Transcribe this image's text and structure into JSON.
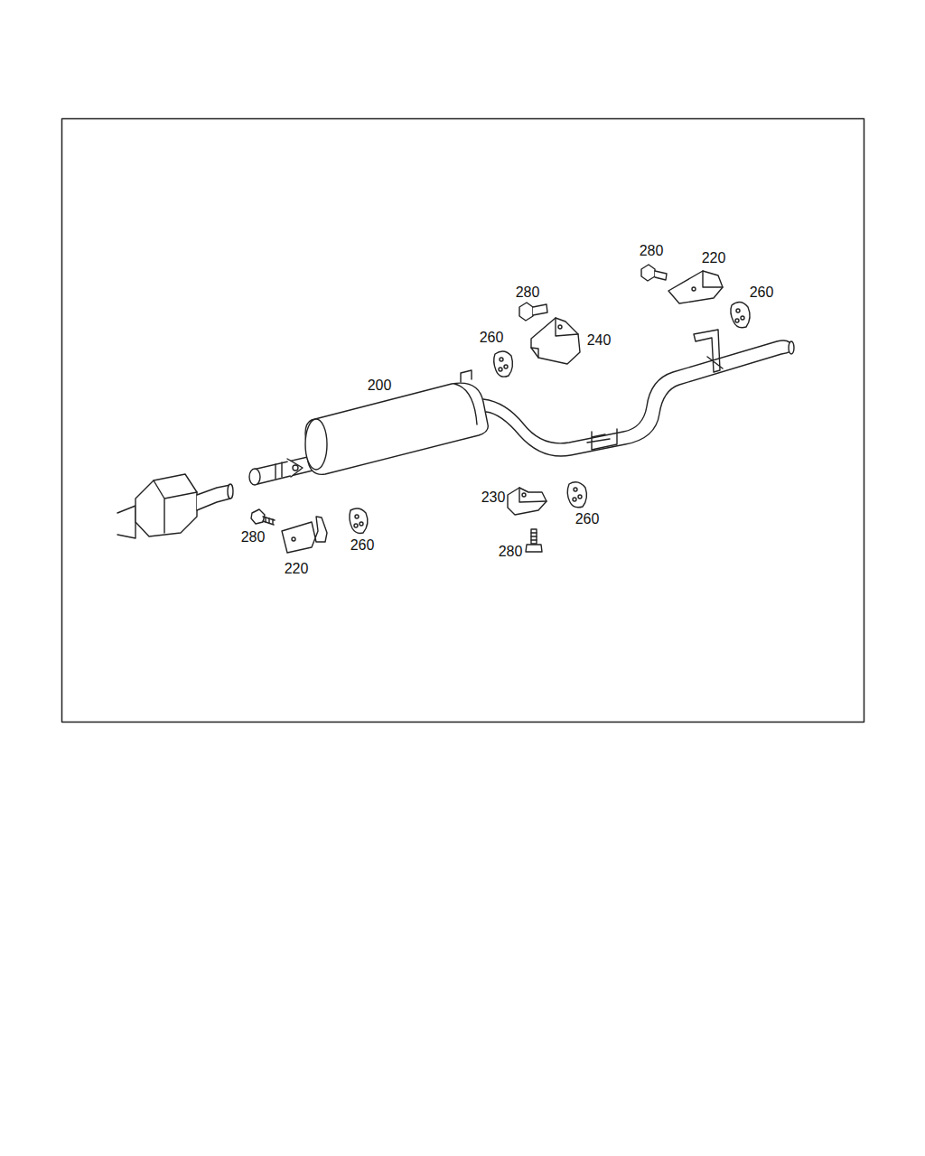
{
  "diagram": {
    "labels": [
      "280",
      "220",
      "280",
      "260",
      "260",
      "240",
      "200",
      "230",
      "260",
      "280",
      "260",
      "280",
      "220"
    ]
  }
}
